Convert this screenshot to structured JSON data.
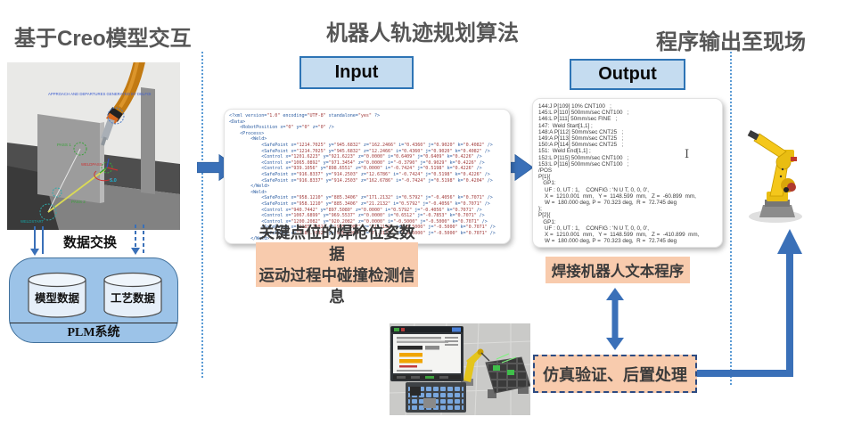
{
  "titles": {
    "left": "基于Creo模型交互",
    "center": "机器人轨迹规划算法",
    "right": "程序输出至现场"
  },
  "flow": {
    "input_label": "Input",
    "output_label": "Output",
    "data_exchange": "数据交换",
    "input_note": [
      "关键点位的焊枪位姿数据",
      "运动过程中碰撞检测信息"
    ],
    "output_note": "焊接机器人文本程序",
    "post_note": "仿真验证、后置处理"
  },
  "plm": {
    "system_label": "PLM系统",
    "stores": [
      "模型数据",
      "工艺数据"
    ]
  },
  "creo_view": {
    "annotation": "APPROACH AND DEPARTURES GENERATED BY DELFOI",
    "markers": {
      "pass1": "PASS 1",
      "pass2": "PASS 2",
      "weld_start": "WELDSTART",
      "weld_pass": "WELDPASS",
      "dimension": "5.0"
    }
  },
  "xml_code": {
    "lines": [
      "<?xml version=\"1.0\" encoding=\"UTF-8\" standalone=\"yes\" ?>",
      "<Data>",
      "    <RobotPosition x=\"0\" y=\"0\" z=\"0\" />",
      "    <Process>",
      "        <Weld>",
      "            <SafePoint x=\"1214.7025\" y=\"945.6832\" z=\"162.2466\" i=\"0.4360\" j=\"0.9020\" k=\"0.4082\" />",
      "            <SafePoint x=\"1214.7025\" y=\"945.6832\" z=\"12.2466\" i=\"0.4360\" j=\"0.9020\" k=\"0.4082\" />",
      "            <Control x=\"1201.6223\" y=\"921.6223\" z=\"0.0000\" i=\"0.6409\" j=\"0.6409\" k=\"0.4226\" />",
      "            <Control x=\"1065.0892\" y=\"971.3454\" z=\"0.0000\" i=\"-0.3790\" j=\"0.9029\" k=\"0.4226\" />",
      "            <Control x=\"939.1056\" y=\"898.6551\" z=\"0.0000\" i=\"-0.7424\" j=\"0.5198\" k=\"0.4226\" />",
      "            <SafePoint x=\"916.8337\" y=\"914.2503\" z=\"12.6786\" i=\"-0.7424\" j=\"0.5198\" k=\"0.4226\" />",
      "            <SafePoint x=\"916.8337\" y=\"914.2503\" z=\"162.6786\" i=\"-0.7424\" j=\"0.5198\" k=\"0.4204\" />",
      "        </Weld>",
      "        <Weld>",
      "            <SafePoint x=\"958.1210\" y=\"885.3406\" z=\"171.2132\" i=\"0.5792\" j=\"-0.4056\" k=\"0.7071\" />",
      "            <SafePoint x=\"958.1210\" y=\"885.3406\" z=\"21.2132\" i=\"0.5792\" j=\"-0.4056\" k=\"0.7071\" />",
      "            <Control x=\"940.7442\" y=\"897.5080\" z=\"0.0000\" i=\"0.5792\" j=\"-0.4056\" k=\"0.7071\" />",
      "            <Control x=\"1067.6899\" y=\"969.5537\" z=\"0.0000\" i=\"0.6512\" j=\"-0.7853\" k=\"0.7071\" />",
      "            <Control x=\"1200.2082\" y=\"920.2082\" z=\"0.0000\" i=\"-0.5000\" j=\"-0.5000\" k=\"0.7071\" />",
      "            <SafePoint x=\"1185.2082\" y=\"905.2082\" z=\"21.2132\" i=\"-0.5000\" j=\"-0.5000\" k=\"0.7071\" />",
      "            <SafePoint x=\"1185.2082\" y=\"905.2082\" z=\"71.2132\" i=\"-0.5000\" j=\"-0.5000\" k=\"0.7071\" />",
      "        </Weld>"
    ]
  },
  "robot_program": {
    "lines": [
      "144:J P[109] 10% CNT100   ;",
      "145:L P[110] 500mm/sec CNT100   ;",
      "146:L P[111] 50mm/sec FINE   ;",
      "147:  Weld Start[1,1] ;",
      "148:A P[112] 50mm/sec CNT25   ;",
      "149:A P[113] 50mm/sec CNT25   ;",
      "150:A P[114] 50mm/sec CNT25   ;",
      "151:  Weld End[1,1] ;",
      "152:L P[115] 500mm/sec CNT100   ;",
      "153:L P[116] 500mm/sec CNT100   ;",
      "/POS",
      "P[1]{",
      "   GP1:",
      "    UF : 0, UT : 1,    CONFIG : 'N U T, 0, 0, 0',",
      "    X =  1210.001  mm,   Y =  1148.599  mm,   Z =  -60.899  mm,",
      "    W =  180.000 deg, P =  70.323 deg,  R =  72.745 deg",
      "};",
      "P[2]{",
      "   GP1:",
      "    UF : 0, UT : 1,    CONFIG : 'N U T, 0, 0, 0',",
      "    X =  1210.001  mm,   Y =  1148.599  mm,   Z =  -410.899  mm,",
      "    W =  180.000 deg, P =  70.323 deg,  R =  72.745 deg"
    ]
  },
  "colors": {
    "accent-blue": "#3A70B8",
    "panel-fill": "#C5DCF0",
    "panel-border": "#2E74B5",
    "note-fill": "#F8CBAD",
    "plm-fill": "#9CC3E8",
    "plm-border": "#41719C",
    "title-color": "#565656",
    "dash-border": "#2D4B82",
    "divider": "#5B9BD5",
    "xml-tag": "#2E5FA3",
    "xml-value": "#A33E3E",
    "code-text": "#3A3A3A"
  }
}
